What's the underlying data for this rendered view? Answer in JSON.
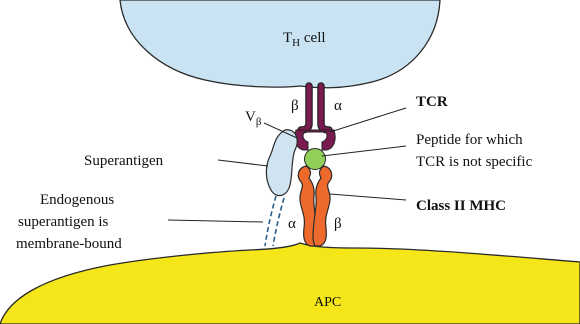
{
  "diagram": {
    "th_cell": {
      "label": "T",
      "subscript": "H",
      "suffix": " cell"
    },
    "apc": {
      "label": "APC"
    },
    "tcr": {
      "label": "TCR",
      "beta": "β",
      "alpha": "α",
      "v_label": "V",
      "v_subscript": "β"
    },
    "mhc": {
      "label": "Class II MHC",
      "alpha": "α",
      "beta": "β"
    },
    "superantigen": {
      "label": "Superantigen"
    },
    "endogenous": {
      "lines": [
        "Endogenous",
        "superantigen is",
        "membrane-bound"
      ]
    },
    "peptide": {
      "lines": [
        "Peptide for which",
        "TCR is not specific"
      ]
    },
    "colors": {
      "th_cell": "#c9e3f2",
      "apc": "#f5e61a",
      "tcr": "#7a1a4f",
      "mhc": "#ee6a2c",
      "peptide": "#8fcf5a",
      "superantigen": "#cfe3f0"
    }
  }
}
